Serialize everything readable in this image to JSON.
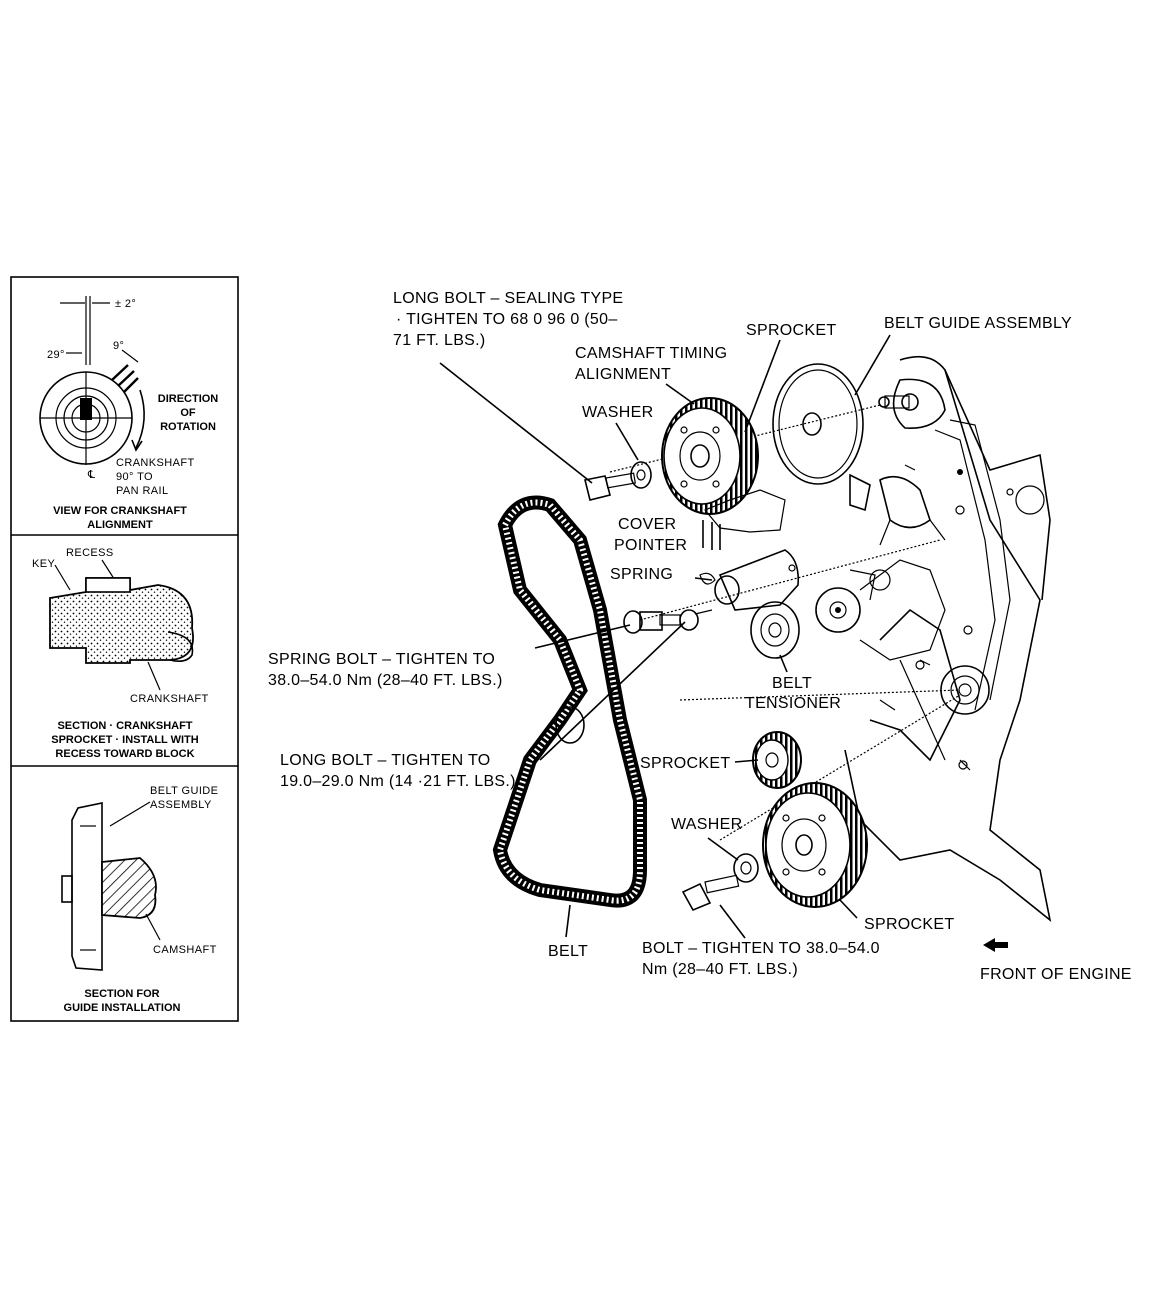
{
  "panels": {
    "crank_alignment": {
      "dim_top": "± 2°",
      "dim_left": "29°",
      "dim_right": "9°",
      "direction": [
        "DIRECTION",
        "OF",
        "ROTATION"
      ],
      "crankshaft": [
        "CRANKSHAFT",
        "90° TO",
        "PAN RAIL"
      ],
      "centerline": "℄",
      "caption": [
        "VIEW FOR CRANKSHAFT",
        "ALIGNMENT"
      ]
    },
    "crank_section": {
      "key": "KEY",
      "recess": "RECESS",
      "crankshaft": "CRANKSHAFT",
      "caption": [
        "SECTION · CRANKSHAFT",
        "SPROCKET · INSTALL WITH",
        "RECESS TOWARD BLOCK"
      ]
    },
    "guide_section": {
      "belt_guide": [
        "BELT GUIDE",
        "ASSEMBLY"
      ],
      "camshaft": "CAMSHAFT",
      "caption": [
        "SECTION FOR",
        "GUIDE INSTALLATION"
      ]
    }
  },
  "labels": {
    "long_bolt_sealing": [
      "LONG BOLT  –  SEALING TYPE",
      "·  TIGHTEN TO 68 0  96 0 (50–",
      "71 FT. LBS.)"
    ],
    "sprocket_top": "SPROCKET",
    "belt_guide_assembly": "BELT GUIDE ASSEMBLY",
    "camshaft_timing": [
      "CAMSHAFT TIMING",
      "ALIGNMENT"
    ],
    "washer_top": "WASHER",
    "cover_pointer": [
      "COVER",
      "POINTER"
    ],
    "spring": "SPRING",
    "spring_bolt": [
      "SPRING BOLT  –  TIGHTEN TO",
      "38.0–54.0 Nm (28–40 FT. LBS.)"
    ],
    "belt_tensioner": [
      "BELT",
      "TENSIONER"
    ],
    "long_bolt": [
      "LONG BOLT  –  TIGHTEN TO",
      "19.0–29.0 Nm (14 ·21 FT. LBS.)"
    ],
    "sprocket_mid": "SPROCKET",
    "washer_bottom": "WASHER",
    "sprocket_bottom": "SPROCKET",
    "belt": "BELT",
    "bolt": [
      "BOLT  –  TIGHTEN TO 38.0–54.0",
      "Nm (28–40 FT. LBS.)"
    ],
    "front_of_engine": "FRONT OF ENGINE"
  }
}
